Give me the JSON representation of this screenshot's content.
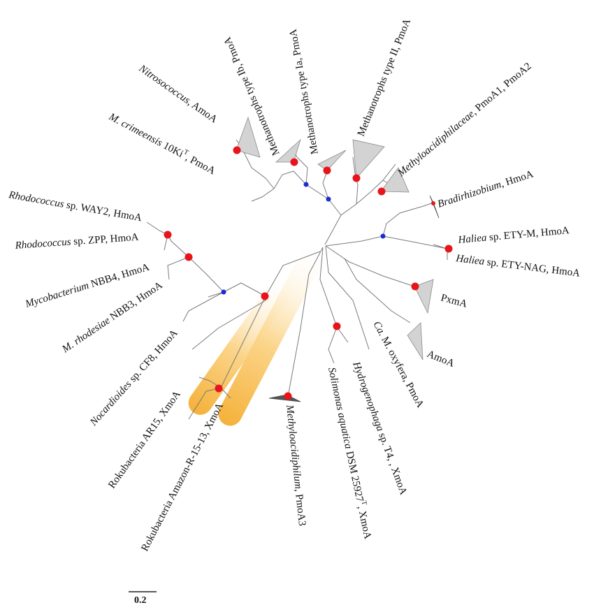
{
  "labels": {
    "nitrosococcus": {
      "genus": "Nitrosococcus",
      "rest": ", AmoA"
    },
    "crimeensis": {
      "genus": "M. crimeensis",
      "rest": " 10Ki",
      "sup": "T",
      "rest2": ", PmoA"
    },
    "type_ib": {
      "text": "Methanotrophs type Ib, PmoA"
    },
    "type_ia": {
      "text": "Methanotrophs type Ia, PmoA"
    },
    "type_ii": {
      "text": "Methanotrophs type II, PmoA"
    },
    "methyloacidiphilaceae": {
      "genus": "Methyloacidiphilaceae",
      "rest": ", PmoA1, PmoA2"
    },
    "bradirhizobium": {
      "genus": "Bradirhizobium",
      "rest": ", HmoA"
    },
    "haliea_m": {
      "genus": "Haliea",
      "rest": " sp. ETY-M, HmoA"
    },
    "haliea_nag": {
      "genus": "Haliea",
      "rest": " sp. ETY-NAG, HmoA"
    },
    "pxma": {
      "text": "PxmA"
    },
    "amoa": {
      "text": "AmoA"
    },
    "oxyfera": {
      "genus": "Ca.",
      "rest": " M. oxyfera, PmoA"
    },
    "hydrogenophaga": {
      "genus": "Hydrogenophaga",
      "rest": " sp. T4, , XmoA"
    },
    "solimonas": {
      "genus": "Solimonas aquatica",
      "rest": " DSM 25927",
      "sup": "T",
      "rest2": ", XmoA"
    },
    "methyloacidiphilum": {
      "genus": "Methyloacidiphilum",
      "rest": ", PmoA3"
    },
    "roku_amazon": {
      "text": "Rokubacteria Amazon-R-15-13, XmoA"
    },
    "roku_ar15": {
      "text": "Rokubacteria AR15, XmoA"
    },
    "nocardioides": {
      "genus": "Nocardioides",
      "rest": " sp. CF8, HmoA"
    },
    "rhodesiae": {
      "genus": "M. rhodesiae",
      "rest": " NBB3, HmoA"
    },
    "mycobacterium": {
      "genus": "Mycobacterium",
      "rest": " NBB4, HmoA"
    },
    "rhodo_zpp": {
      "genus": "Rhodococcus",
      "rest": " sp. ZPP, HmoA"
    },
    "rhodo_way2": {
      "genus": "Rhodococcus",
      "rest": " sp. WAY2, HmoA"
    }
  },
  "scale_bar": {
    "label": "0.2"
  },
  "colors": {
    "branch": "#7a7a7a",
    "collapsed_clade": "#d3d3d3",
    "node_high_support": "#e8141b",
    "node_medium_support": "#1c2bd6",
    "rokubacteria_highlight": "#f7b733"
  }
}
